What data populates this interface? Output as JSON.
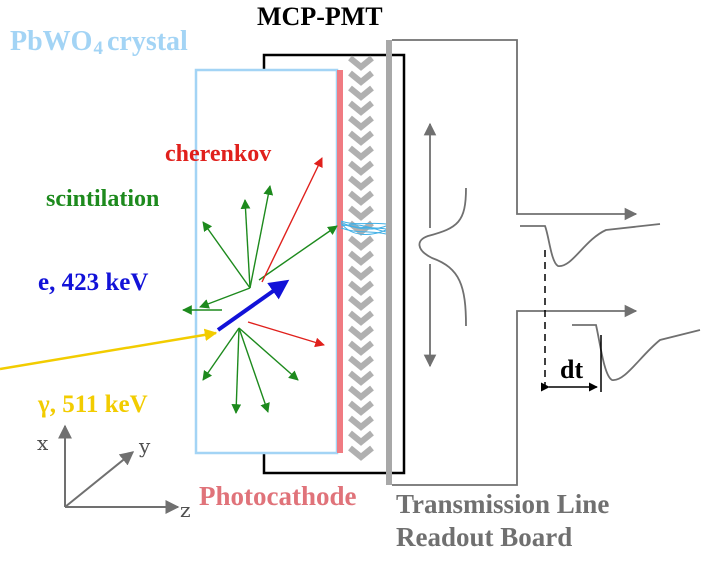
{
  "labels": {
    "title": "MCP-PMT",
    "crystal_main": "PbWO",
    "crystal_sub": "4",
    "crystal_suffix": "crystal",
    "cherenkov": "cherenkov",
    "scintillation": "scintilation",
    "electron": "e, 423 keV",
    "gamma": "γ, 511 keV",
    "photocathode": "Photocathode",
    "transmission_line_1": "Transmission Line",
    "transmission_line_2": "Readout Board",
    "dt": "dt"
  },
  "axes": {
    "x": "x",
    "y": "y",
    "z": "z"
  },
  "colors": {
    "crystal": "#a3d4f5",
    "photocathode": "#f07b82",
    "cherenkov": "#e0201c",
    "scintillation": "#1d8a1d",
    "electron": "#1212d8",
    "gamma": "#f2cc00",
    "board": "#a8a8a8",
    "wires": "#707070",
    "photon_bunch": "#41b0e6"
  },
  "icons": {
    "gamma_arrow": "arrow-icon",
    "signal_pulse": "waveform-icon",
    "mcp_channels": "chevron-icon"
  }
}
